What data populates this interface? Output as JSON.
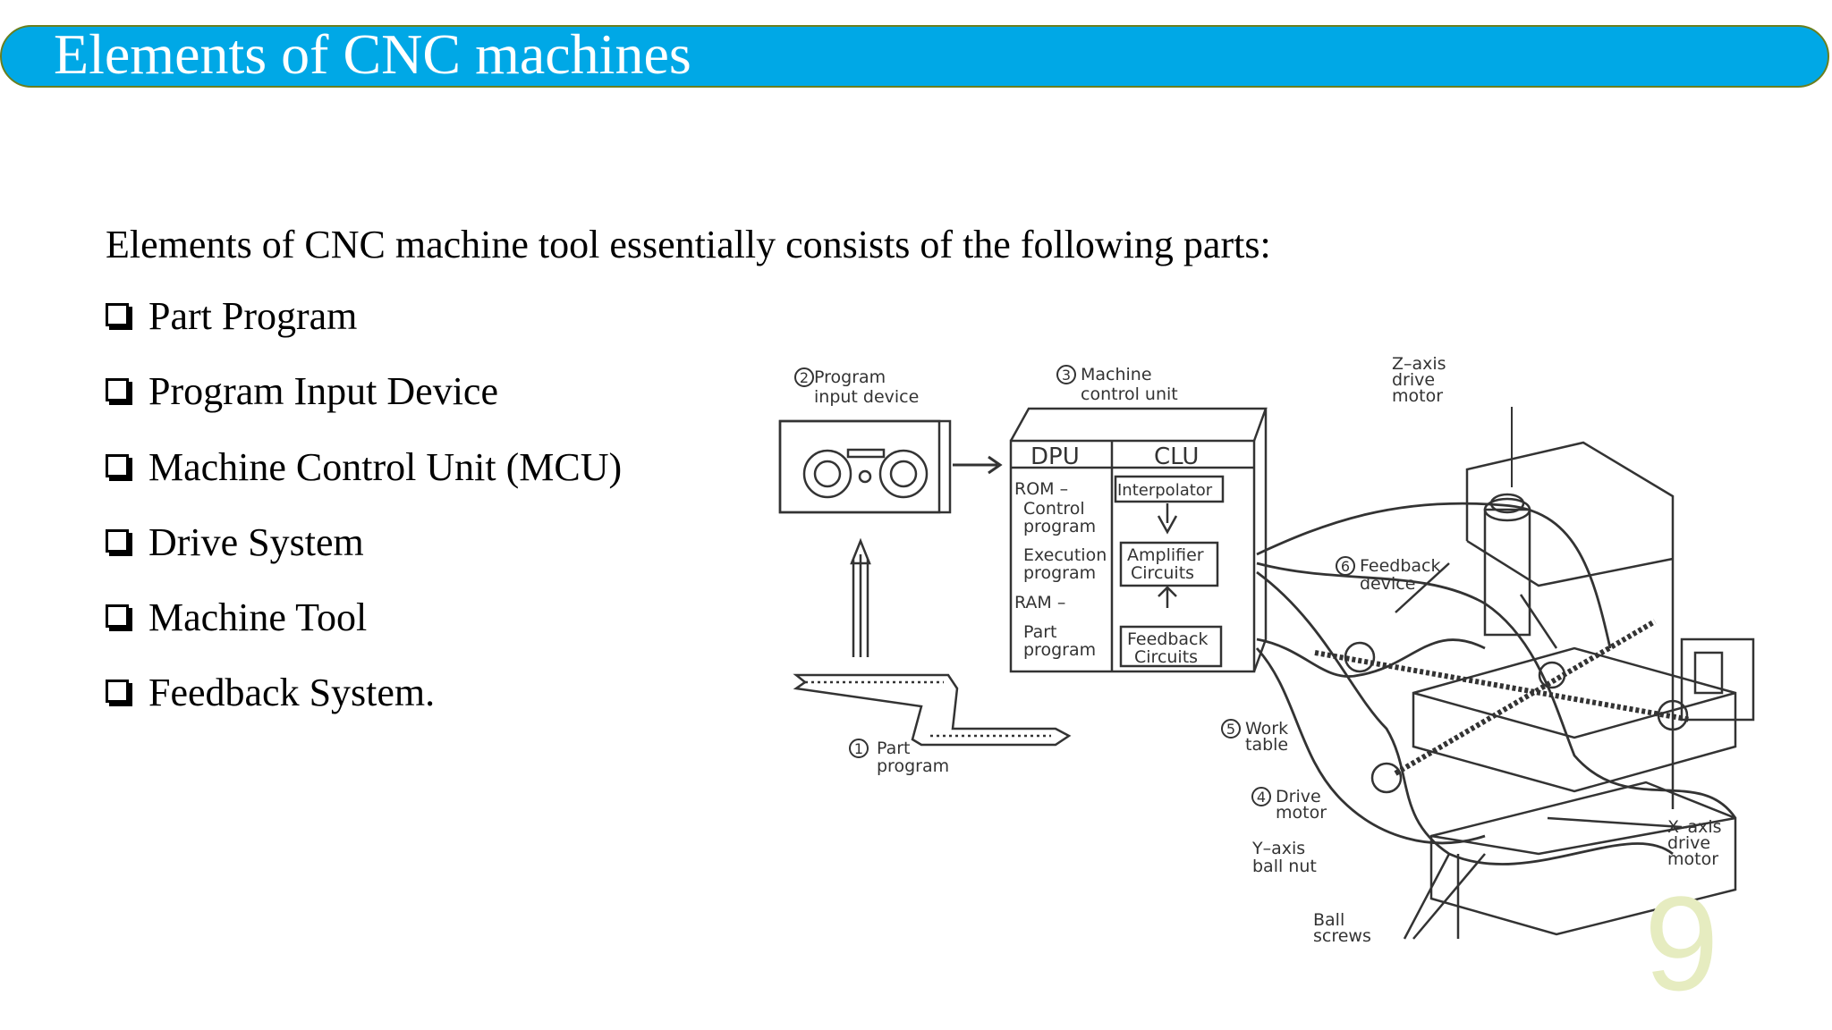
{
  "slide": {
    "title": "Elements of CNC machines",
    "intro": "Elements of CNC machine tool essentially consists of the following parts:",
    "bullets": [
      "Part Program",
      "Program Input Device",
      "Machine Control Unit (MCU)",
      "Drive System",
      "Machine Tool",
      "Feedback System."
    ],
    "page_number": "9"
  },
  "diagram": {
    "labels": {
      "program_input_1": "Program",
      "program_input_2": "input device",
      "mcu_1": "Machine",
      "mcu_2": "control unit",
      "dpu": "DPU",
      "clu": "CLU",
      "rom": "ROM –",
      "control_1": "Control",
      "control_2": "program",
      "exec_1": "Execution",
      "exec_2": "program",
      "ram": "RAM –",
      "part_1": "Part",
      "part_2": "program",
      "interpolator": "Interpolator",
      "amp_1": "Amplifier",
      "amp_2": "Circuits",
      "fb_1": "Feedback",
      "fb_2": "Circuits",
      "part_program_1": "Part",
      "part_program_2": "program",
      "z_axis_1": "Z–axis",
      "z_axis_2": "drive",
      "z_axis_3": "motor",
      "feedback_device_1": "Feedback",
      "feedback_device_2": "device",
      "work_table_1": "Work",
      "work_table_2": "table",
      "drive_motor_1": "Drive",
      "drive_motor_2": "motor",
      "y_nut_1": "Y–axis",
      "y_nut_2": "ball  nut",
      "ball_1": "Ball",
      "ball_2": "screws",
      "x_axis_1": "X–axis",
      "x_axis_2": "drive",
      "x_axis_3": "motor"
    },
    "numbers": [
      "1",
      "2",
      "3",
      "4",
      "5",
      "6"
    ]
  },
  "colors": {
    "title_bar": "#00a8e6",
    "title_border": "#6a7f1f",
    "page_number": "#e6ecc0"
  }
}
